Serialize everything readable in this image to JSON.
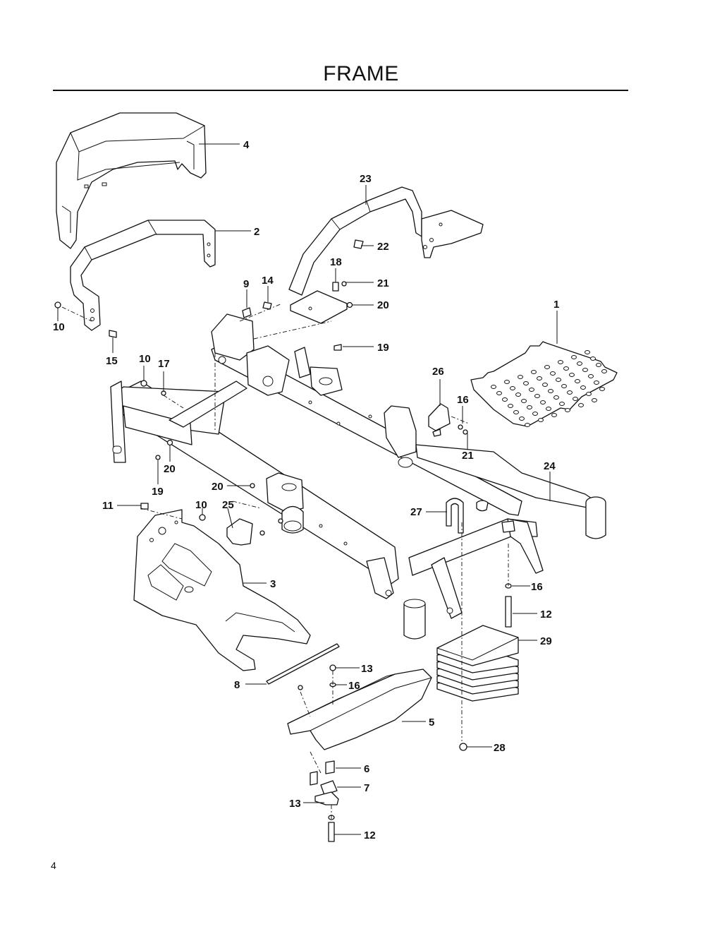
{
  "page": {
    "title": "FRAME",
    "page_number": "4"
  },
  "callouts": [
    {
      "label": "4"
    },
    {
      "label": "2"
    },
    {
      "label": "23"
    },
    {
      "label": "22"
    },
    {
      "label": "18"
    },
    {
      "label": "21"
    },
    {
      "label": "9"
    },
    {
      "label": "14"
    },
    {
      "label": "20"
    },
    {
      "label": "1"
    },
    {
      "label": "10"
    },
    {
      "label": "15"
    },
    {
      "label": "10"
    },
    {
      "label": "17"
    },
    {
      "label": "19"
    },
    {
      "label": "26"
    },
    {
      "label": "16"
    },
    {
      "label": "21"
    },
    {
      "label": "20"
    },
    {
      "label": "19"
    },
    {
      "label": "24"
    },
    {
      "label": "20"
    },
    {
      "label": "11"
    },
    {
      "label": "10"
    },
    {
      "label": "25"
    },
    {
      "label": "27"
    },
    {
      "label": "3"
    },
    {
      "label": "16"
    },
    {
      "label": "12"
    },
    {
      "label": "29"
    },
    {
      "label": "13"
    },
    {
      "label": "8"
    },
    {
      "label": "16"
    },
    {
      "label": "5"
    },
    {
      "label": "28"
    },
    {
      "label": "6"
    },
    {
      "label": "7"
    },
    {
      "label": "13"
    },
    {
      "label": "12"
    }
  ]
}
